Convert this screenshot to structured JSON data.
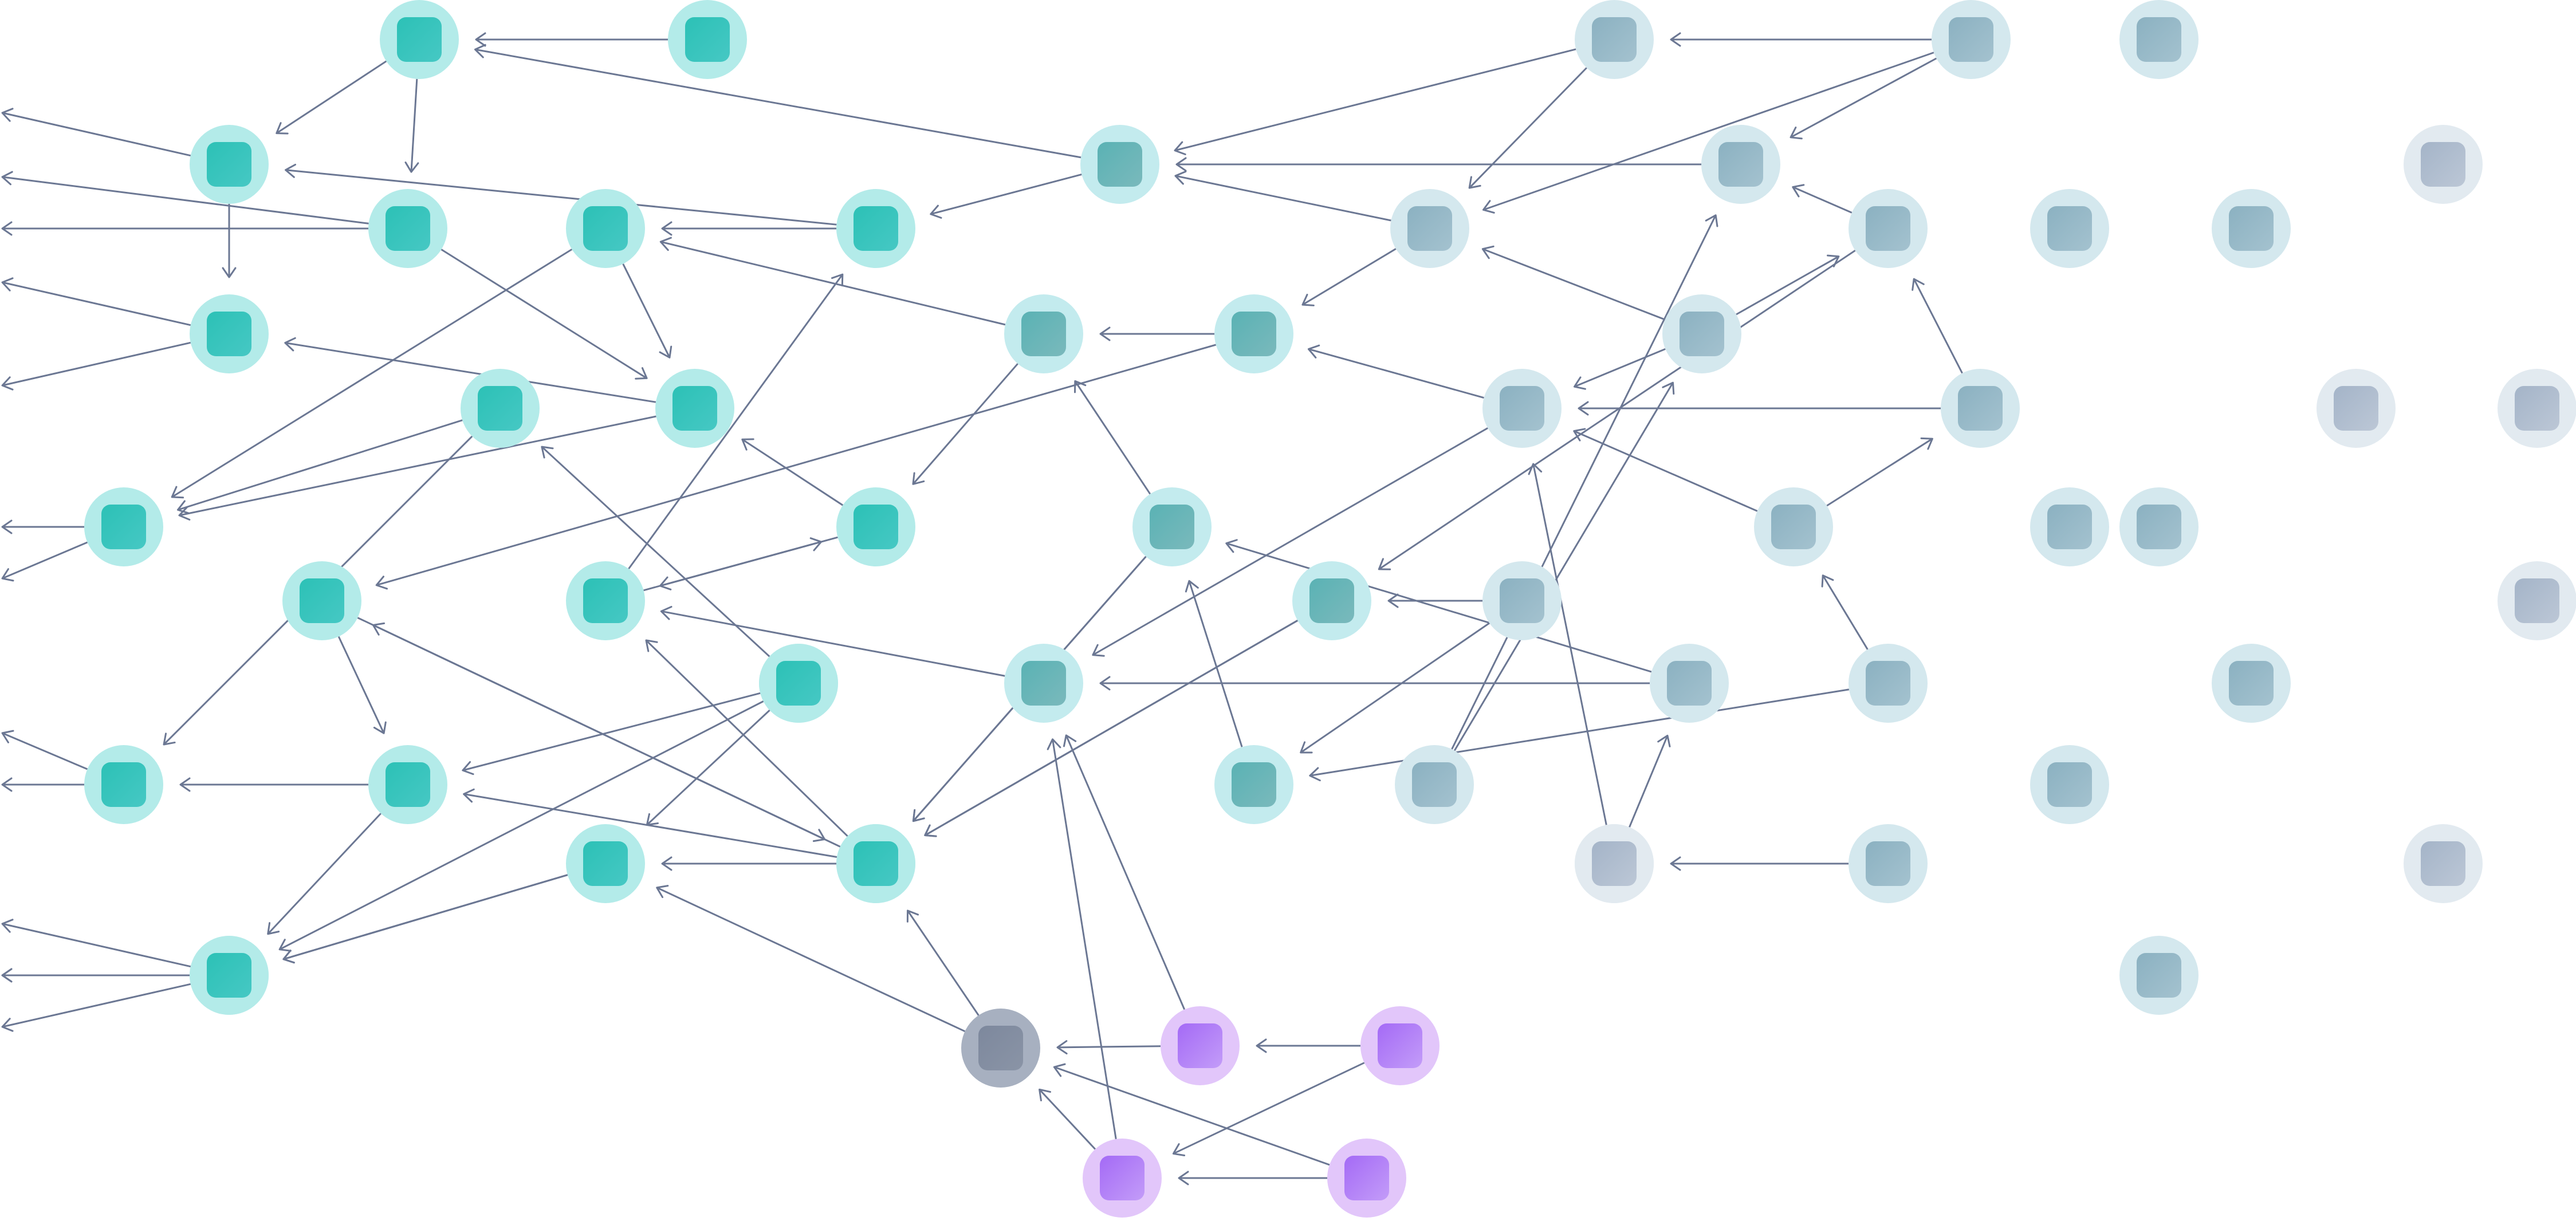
{
  "colors": {
    "teal": {
      "halo": "#b3ebe9",
      "inner_top": "#2cc1b6",
      "inner_bottom": "#46c8c4"
    },
    "teal_b": {
      "halo": "#c3ebee",
      "inner_top": "#5ab2b4",
      "inner_bottom": "#7ab9bc"
    },
    "slate": {
      "halo": "#d4e8ee",
      "inner_top": "#8bb1c1",
      "inner_bottom": "#a4c2cf"
    },
    "pale": {
      "halo": "#e2eaf0",
      "inner_top": "#a4b4c8",
      "inner_bottom": "#bcc7d6"
    },
    "purple": {
      "halo": "#e2c6fa",
      "inner_top": "#a46af6",
      "inner_bottom": "#c39cf8"
    },
    "gray": {
      "halo": "#a7b0c0",
      "inner_top": "#7d889d",
      "inner_bottom": "#8a94a6"
    },
    "edge": "#6b7793"
  },
  "nodes": [
    {
      "id": "n1",
      "kind": "teal"
    },
    {
      "id": "n2",
      "kind": "teal"
    },
    {
      "id": "n3",
      "kind": "teal"
    },
    {
      "id": "n4",
      "kind": "teal"
    },
    {
      "id": "n5",
      "kind": "teal"
    },
    {
      "id": "n6",
      "kind": "teal"
    },
    {
      "id": "n7",
      "kind": "teal"
    },
    {
      "id": "n8",
      "kind": "teal"
    },
    {
      "id": "n9",
      "kind": "teal"
    },
    {
      "id": "n10",
      "kind": "teal"
    },
    {
      "id": "n11",
      "kind": "teal"
    },
    {
      "id": "n12",
      "kind": "teal"
    },
    {
      "id": "n13",
      "kind": "teal"
    },
    {
      "id": "n14",
      "kind": "teal"
    },
    {
      "id": "n15",
      "kind": "teal"
    },
    {
      "id": "n16",
      "kind": "teal"
    },
    {
      "id": "n17",
      "kind": "teal"
    },
    {
      "id": "n18",
      "kind": "teal"
    },
    {
      "id": "n19",
      "kind": "teal"
    },
    {
      "id": "n20",
      "kind": "teal"
    },
    {
      "id": "n21",
      "kind": "teal"
    },
    {
      "id": "n22",
      "kind": "teal"
    },
    {
      "id": "n23",
      "kind": "teal_b"
    },
    {
      "id": "n24",
      "kind": "teal_b"
    },
    {
      "id": "n25",
      "kind": "teal_b"
    },
    {
      "id": "n26",
      "kind": "teal_b"
    },
    {
      "id": "n27",
      "kind": "teal_b"
    },
    {
      "id": "n28",
      "kind": "teal_b"
    },
    {
      "id": "n29",
      "kind": "teal_b"
    },
    {
      "id": "n30",
      "kind": "slate"
    },
    {
      "id": "n31",
      "kind": "slate"
    },
    {
      "id": "n32",
      "kind": "slate"
    },
    {
      "id": "n33",
      "kind": "slate"
    },
    {
      "id": "n34",
      "kind": "slate"
    },
    {
      "id": "n35",
      "kind": "slate"
    },
    {
      "id": "n36",
      "kind": "slate"
    },
    {
      "id": "n37",
      "kind": "slate"
    },
    {
      "id": "n38",
      "kind": "slate"
    },
    {
      "id": "n39",
      "kind": "slate"
    },
    {
      "id": "n40",
      "kind": "slate"
    },
    {
      "id": "n41",
      "kind": "slate"
    },
    {
      "id": "n42",
      "kind": "slate"
    },
    {
      "id": "n43",
      "kind": "slate"
    },
    {
      "id": "n44",
      "kind": "slate"
    },
    {
      "id": "n45",
      "kind": "slate"
    },
    {
      "id": "n46",
      "kind": "slate"
    },
    {
      "id": "n47",
      "kind": "slate"
    },
    {
      "id": "n48",
      "kind": "slate"
    },
    {
      "id": "n49",
      "kind": "slate"
    },
    {
      "id": "n50",
      "kind": "slate"
    },
    {
      "id": "n51",
      "kind": "slate"
    },
    {
      "id": "n52",
      "kind": "slate"
    },
    {
      "id": "n53",
      "kind": "pale"
    },
    {
      "id": "n54",
      "kind": "pale"
    },
    {
      "id": "n55",
      "kind": "pale"
    },
    {
      "id": "n56",
      "kind": "pale"
    },
    {
      "id": "n57",
      "kind": "pale"
    },
    {
      "id": "n58",
      "kind": "pale"
    },
    {
      "id": "g1",
      "kind": "gray"
    },
    {
      "id": "p1",
      "kind": "purple"
    },
    {
      "id": "p2",
      "kind": "purple"
    },
    {
      "id": "p3",
      "kind": "purple"
    },
    {
      "id": "p4",
      "kind": "purple"
    }
  ],
  "edges": [
    [
      "n1",
      "n2"
    ],
    [
      "n2",
      "n3"
    ],
    [
      "n2",
      "n4"
    ],
    [
      "n3",
      "W"
    ],
    [
      "n3",
      "n5"
    ],
    [
      "n4",
      "n6"
    ],
    [
      "n4",
      "W"
    ],
    [
      "n4",
      "W"
    ],
    [
      "n5",
      "W"
    ],
    [
      "n5",
      "W"
    ],
    [
      "n6",
      "n9"
    ],
    [
      "n6",
      "n5"
    ],
    [
      "n7",
      "n8"
    ],
    [
      "n7",
      "n3"
    ],
    [
      "n8",
      "n6"
    ],
    [
      "n8",
      "n9"
    ],
    [
      "n9",
      "W"
    ],
    [
      "n9",
      "W"
    ],
    [
      "n10",
      "n9"
    ],
    [
      "n10",
      "n13"
    ],
    [
      "n11",
      "n6"
    ],
    [
      "n11",
      "n12"
    ],
    [
      "n12",
      "n7"
    ],
    [
      "n12",
      "n11"
    ],
    [
      "n13",
      "W"
    ],
    [
      "n13",
      "W"
    ],
    [
      "n14",
      "n13"
    ],
    [
      "n14",
      "n17"
    ],
    [
      "n15",
      "n14"
    ],
    [
      "n15",
      "n10"
    ],
    [
      "n15",
      "n17"
    ],
    [
      "n16",
      "n15"
    ],
    [
      "n16",
      "n20"
    ],
    [
      "n17",
      "W"
    ],
    [
      "n17",
      "W"
    ],
    [
      "n18",
      "n12"
    ],
    [
      "n18",
      "n19"
    ],
    [
      "n19",
      "n14"
    ],
    [
      "n19",
      "n18"
    ],
    [
      "n20",
      "n17"
    ],
    [
      "n20",
      "n22"
    ],
    [
      "n21",
      "n20"
    ],
    [
      "n21",
      "n14"
    ],
    [
      "n22",
      "W"
    ],
    [
      "n22",
      "W"
    ],
    [
      "n23",
      "n2"
    ],
    [
      "n23",
      "n7"
    ],
    [
      "n24",
      "n8"
    ],
    [
      "n24",
      "n11"
    ],
    [
      "n25",
      "n24"
    ],
    [
      "n25",
      "n19"
    ],
    [
      "n26",
      "n21"
    ],
    [
      "n26",
      "n18"
    ],
    [
      "n27",
      "n12"
    ],
    [
      "n28",
      "n18"
    ],
    [
      "n28",
      "n24"
    ],
    [
      "n28",
      "n21"
    ],
    [
      "n29",
      "n28"
    ],
    [
      "n30",
      "n23"
    ],
    [
      "n30",
      "n33"
    ],
    [
      "n31",
      "n30"
    ],
    [
      "n31",
      "n33"
    ],
    [
      "n31",
      "n32"
    ],
    [
      "n32",
      "n23"
    ],
    [
      "n33",
      "n23"
    ],
    [
      "n33",
      "n25"
    ],
    [
      "n34",
      "n27"
    ],
    [
      "n34",
      "n25"
    ],
    [
      "n35",
      "n32"
    ],
    [
      "n35",
      "n26"
    ],
    [
      "n36",
      "n33"
    ],
    [
      "n36",
      "n35"
    ],
    [
      "n36",
      "n34"
    ],
    [
      "n37",
      "n35"
    ],
    [
      "n37",
      "n34"
    ],
    [
      "n38",
      "n37"
    ],
    [
      "n38",
      "n34"
    ],
    [
      "n39",
      "n29"
    ],
    [
      "n39",
      "n26"
    ],
    [
      "n40",
      "n28"
    ],
    [
      "n40",
      "n27"
    ],
    [
      "n41",
      "n38"
    ],
    [
      "n41",
      "n29"
    ],
    [
      "n42",
      "n34"
    ],
    [
      "n42",
      "n40"
    ],
    [
      "n43",
      "n36"
    ],
    [
      "n43",
      "n32"
    ],
    [
      "n45",
      "n42"
    ],
    [
      "g1",
      "n21"
    ],
    [
      "g1",
      "n20"
    ],
    [
      "p1",
      "g1"
    ],
    [
      "p1",
      "n27"
    ],
    [
      "p2",
      "p1"
    ],
    [
      "p2",
      "p3"
    ],
    [
      "p3",
      "g1"
    ],
    [
      "p3",
      "n27"
    ],
    [
      "p4",
      "p3"
    ],
    [
      "p4",
      "g1"
    ]
  ]
}
